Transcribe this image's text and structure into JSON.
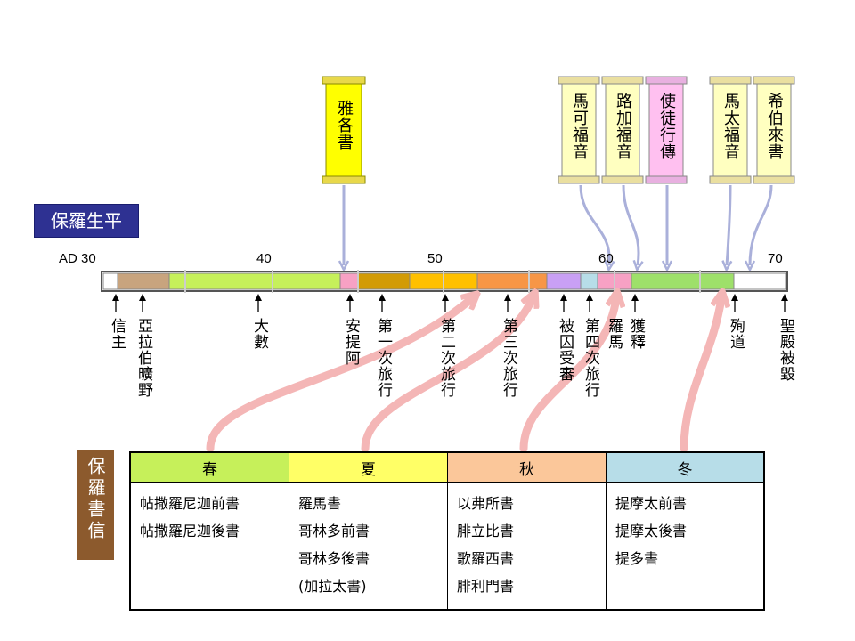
{
  "title": "保羅生平",
  "letters_title": "保羅書信",
  "axis": {
    "start_label": "AD 30",
    "ticks": [
      "40",
      "50",
      "60",
      "70"
    ]
  },
  "segment_colors": [
    "#ffffff",
    "#c8a47e",
    "#c6f05a",
    "#f7a1c4",
    "#d29b06",
    "#ffc000",
    "#f79646",
    "#c9a0f5",
    "#b7dde8",
    "#f7a1c4",
    "#9ee06a",
    "#ffffff"
  ],
  "events": [
    "信主",
    "亞拉伯曠野",
    "大數",
    "安提阿",
    "第一次旅行",
    "第二次旅行",
    "第三次旅行",
    "被囚受審",
    "第四次旅行",
    "羅馬",
    "獲釋",
    "殉道",
    "聖殿被毀"
  ],
  "scrolls": [
    {
      "text": "雅各書",
      "color": "#ffff00"
    },
    {
      "text": "馬可福音",
      "color": "#ffffc0"
    },
    {
      "text": "路加福音",
      "color": "#ffffc0"
    },
    {
      "text": "使徒行傳",
      "color": "#ffc0f0"
    },
    {
      "text": "馬太福音",
      "color": "#ffffc0"
    },
    {
      "text": "希伯來書",
      "color": "#ffffc0"
    }
  ],
  "seasons": [
    {
      "name": "春",
      "color": "#c6f05a",
      "books": [
        "帖撒羅尼迦前書",
        "帖撒羅尼迦後書"
      ]
    },
    {
      "name": "夏",
      "color": "#ffff66",
      "books": [
        "羅馬書",
        "哥林多前書",
        "哥林多後書",
        "(加拉太書)"
      ]
    },
    {
      "name": "秋",
      "color": "#fbc79a",
      "books": [
        "以弗所書",
        "腓立比書",
        "歌羅西書",
        "腓利門書"
      ]
    },
    {
      "name": "冬",
      "color": "#b7dde8",
      "books": [
        "提摩太前書",
        "提摩太後書",
        "提多書"
      ]
    }
  ]
}
